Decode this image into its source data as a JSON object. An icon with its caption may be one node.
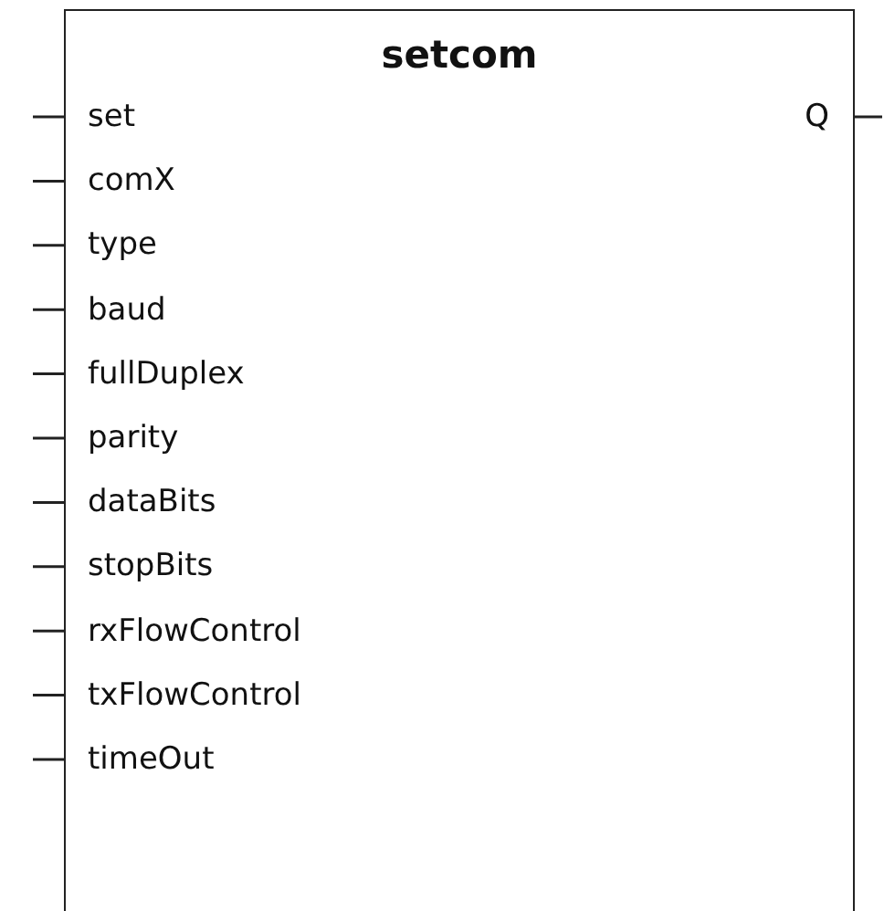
{
  "diagram": {
    "nodes": [
      {
        "text": [
          "setcom"
        ]
      }
    ],
    "labels": [
      "set",
      "Q",
      "comX",
      "type",
      "baud",
      "fullDuplex",
      "parity",
      "dataBits",
      "stopBits",
      "rxFlowControl",
      "txFlowControl",
      "timeOut"
    ]
  }
}
